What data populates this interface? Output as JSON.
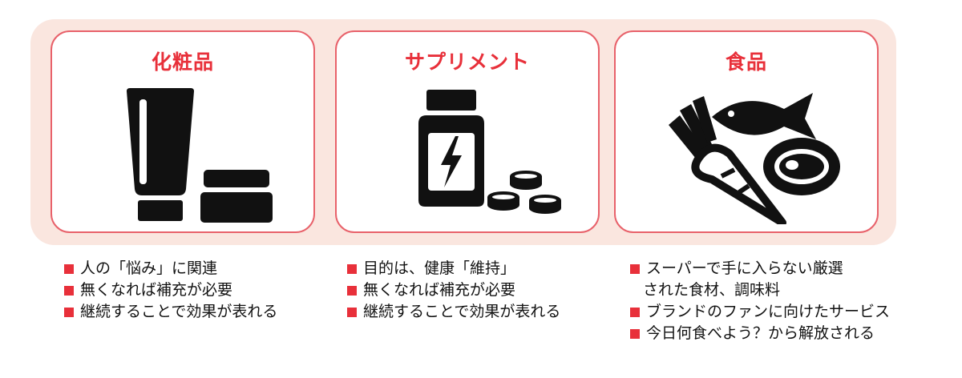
{
  "colors": {
    "panel_bg": "#fae6df",
    "card_border": "#e8616a",
    "accent_red": "#e8303a",
    "icon": "#111111"
  },
  "cards": [
    {
      "title": "化粧品",
      "icon": "cosmetics-tube-jar-icon",
      "bullets": [
        {
          "lines": [
            "人の「悩み」に関連"
          ]
        },
        {
          "lines": [
            "無くなれば補充が必要"
          ]
        },
        {
          "lines": [
            "継続することで効果が表れる"
          ]
        }
      ]
    },
    {
      "title": "サプリメント",
      "icon": "supplement-bottle-pills-icon",
      "bullets": [
        {
          "lines": [
            "目的は、健康「維持」"
          ]
        },
        {
          "lines": [
            "無くなれば補充が必要"
          ]
        },
        {
          "lines": [
            "継続することで効果が表れる"
          ]
        }
      ]
    },
    {
      "title": "食品",
      "icon": "food-fish-carrot-meat-icon",
      "bullets": [
        {
          "lines": [
            "スーパーで手に入らない厳選",
            "された食材、調味料"
          ]
        },
        {
          "lines": [
            "ブランドのファンに向けたサービス"
          ]
        },
        {
          "lines": [
            "今日何食べよう？から解放される"
          ]
        }
      ]
    }
  ]
}
